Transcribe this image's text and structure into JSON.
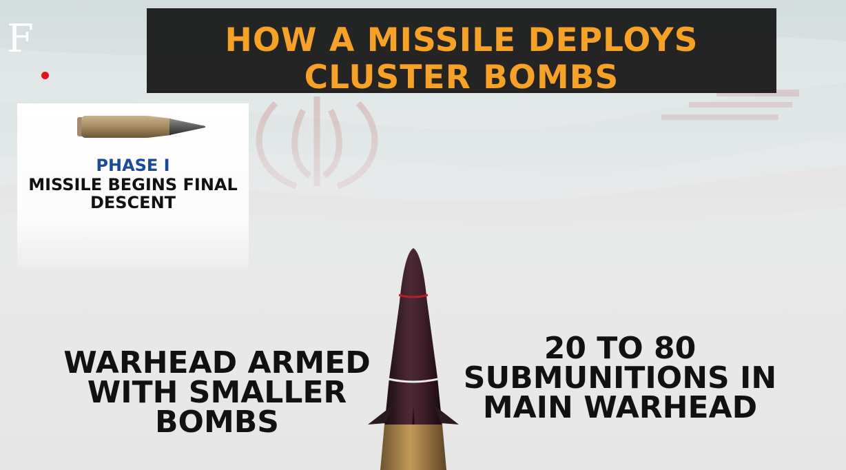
{
  "logo": {
    "letter": "F.",
    "dot_color": "#e3131b"
  },
  "title": {
    "line1": "HOW A MISSILE DEPLOYS",
    "line2": "CLUSTER BOMBS",
    "color": "#f7a125"
  },
  "phase_card": {
    "label": "PHASE I",
    "description_line1": "MISSILE BEGINS FINAL",
    "description_line2": "DESCENT",
    "label_color": "#1a4aa0"
  },
  "left_caption": {
    "lines": [
      "WARHEAD ARMED",
      "WITH SMALLER",
      "BOMBS"
    ]
  },
  "right_caption": {
    "lines": [
      "20 TO 80",
      "SUBMUNITIONS IN",
      "MAIN WARHEAD"
    ]
  },
  "icons": {
    "background": "iran-flag-background",
    "small": "missile-icon",
    "main": "warhead-illustration"
  }
}
